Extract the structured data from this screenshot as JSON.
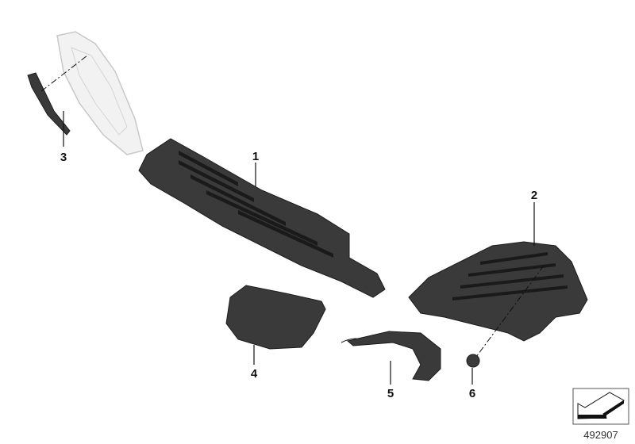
{
  "diagram": {
    "callouts": [
      {
        "id": "1",
        "label": "1"
      },
      {
        "id": "2",
        "label": "2"
      },
      {
        "id": "3",
        "label": "3"
      },
      {
        "id": "4",
        "label": "4"
      },
      {
        "id": "5",
        "label": "5"
      },
      {
        "id": "6",
        "label": "6"
      }
    ],
    "reference_number": "492907",
    "reference_icon": "arrow-down-left-icon"
  }
}
